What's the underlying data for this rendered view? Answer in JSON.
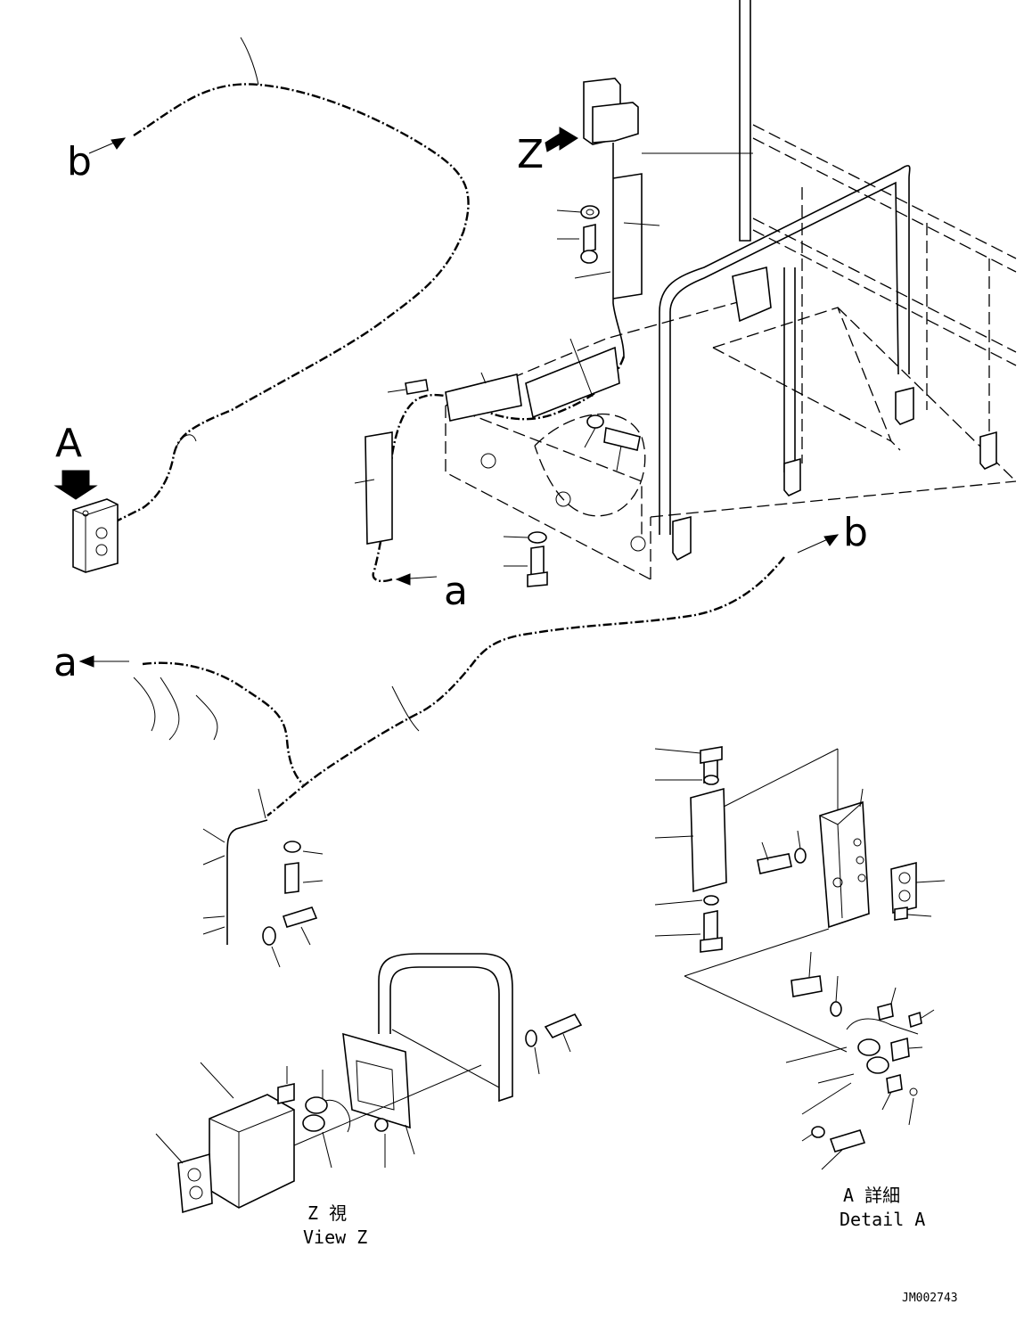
{
  "figure": {
    "labels": {
      "A": "A",
      "Z": "Z",
      "b_top": "b",
      "b_right": "b",
      "a_mid": "a",
      "a_left": "a"
    },
    "view_z": {
      "jp": "Z 視",
      "en": "View Z"
    },
    "detail_a": {
      "jp": "A 詳細",
      "en": "Detail A"
    },
    "drawing_code": "JM002743"
  }
}
